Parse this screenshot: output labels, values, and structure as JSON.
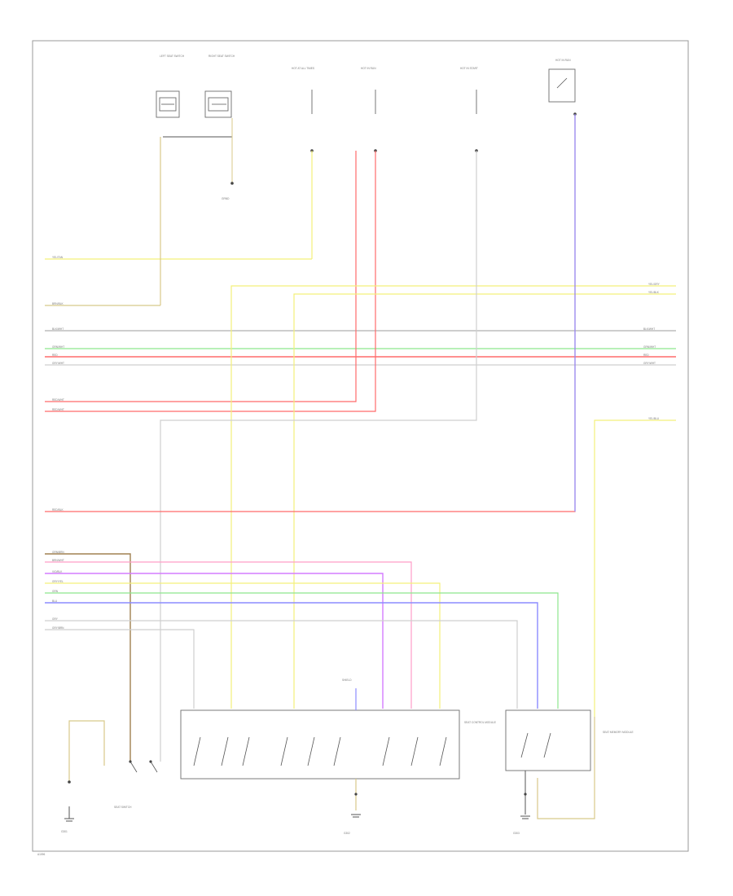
{
  "diagram": {
    "footer_code": "A1096",
    "wire_colors": {
      "yellow": "#f3f07a",
      "tan": "#d8c98a",
      "red": "#ff6b6b",
      "grey": "#b0b0b0",
      "lightgrey": "#cfcfcf",
      "green": "#8ee68e",
      "blue": "#8c8cff",
      "violet": "#d47cff",
      "pink": "#ff9ec8",
      "brown": "#a08050"
    },
    "top_components": [
      {
        "id": "left-switch-a",
        "label": "LEFT SEAT SWITCH"
      },
      {
        "id": "left-switch-b",
        "label": "RIGHT SEAT SWITCH"
      },
      {
        "id": "fuse-a",
        "label": "HOT AT ALL TIMES"
      },
      {
        "id": "fuse-b",
        "label": "HOT IN RUN"
      },
      {
        "id": "fuse-c",
        "label": "HOT IN START"
      },
      {
        "id": "relay-d",
        "label": "HOT IN RUN"
      }
    ],
    "left_connector_labels": [
      "YEL/TAN",
      "BRN/BLK",
      "BLK/WHT",
      "GRN/WHT",
      "RED",
      "GRY/WHT",
      "RED/WHT",
      "RED/WHT",
      "RED/BLK",
      "GRN/BRN",
      "BRN/WHT",
      "VIO/BLK",
      "GRY/YEL",
      "GRN",
      "BLU",
      "GRY",
      "GRY/BRN"
    ],
    "right_connector_labels": [
      "YEL/GRY",
      "YEL/BLK",
      "BLK/WHT",
      "GRN/WHT",
      "RED",
      "GRY/WHT",
      "YEL/BLU"
    ],
    "bottom_components": [
      {
        "id": "ground-left",
        "label": "G301"
      },
      {
        "id": "seat-switch",
        "label": "SEAT SWITCH"
      },
      {
        "id": "control-module",
        "label": "SEAT CONTROL MODULE"
      },
      {
        "id": "ground-center",
        "label": "G302"
      },
      {
        "id": "memory-module",
        "label": "SEAT MEMORY MODULE"
      },
      {
        "id": "ground-right",
        "label": "G303"
      }
    ]
  }
}
